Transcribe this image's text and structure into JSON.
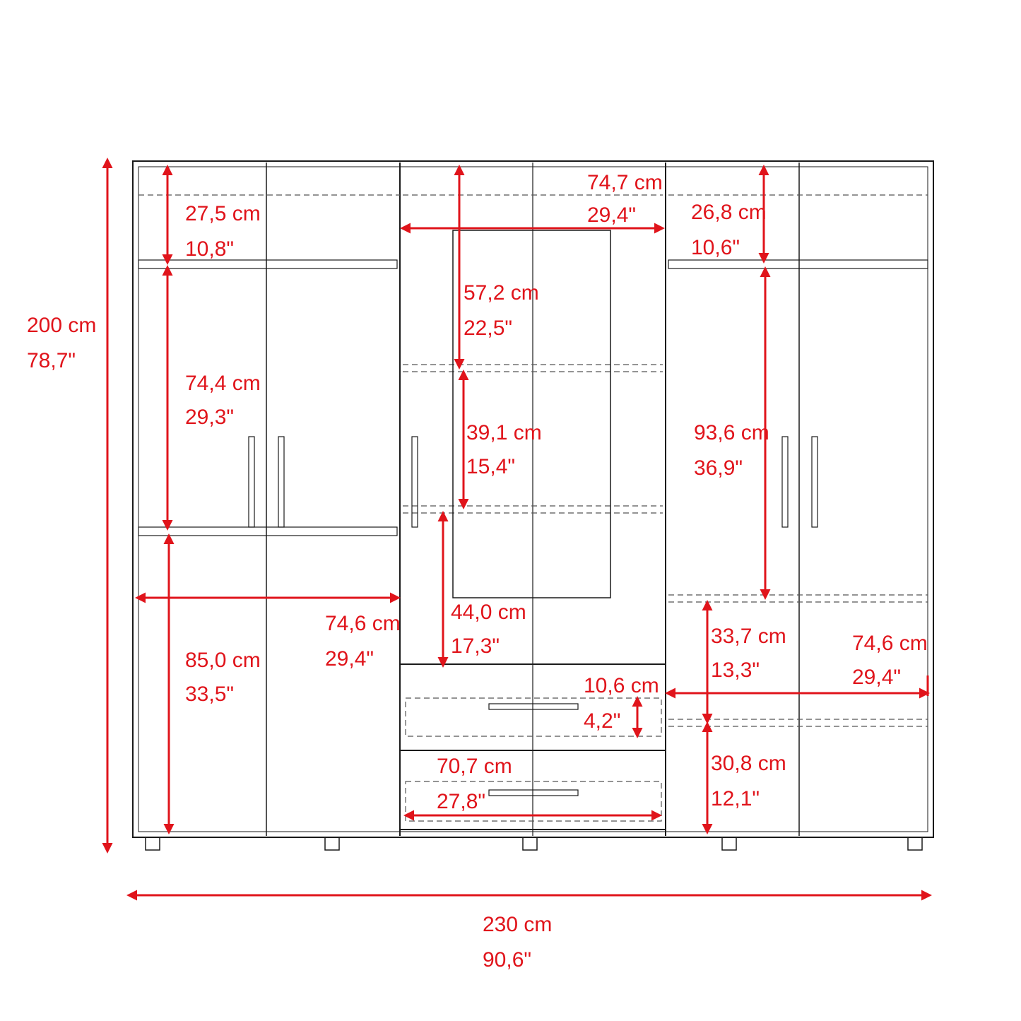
{
  "colors": {
    "dimension": "#e0141b",
    "outline": "#1a1a1a",
    "dashed": "#555555"
  },
  "overall": {
    "height": {
      "cm": "200 cm",
      "in": "78,7\""
    },
    "width": {
      "cm": "230 cm",
      "in": "90,6\""
    }
  },
  "left_section": {
    "top_shelf": {
      "cm": "27,5 cm",
      "in": "10,8\""
    },
    "middle": {
      "cm": "74,4 cm",
      "in": "29,3\""
    },
    "bottom": {
      "cm": "85,0 cm",
      "in": "33,5\""
    },
    "width": {
      "cm": "74,6 cm",
      "in": "29,4\""
    }
  },
  "center_section": {
    "width": {
      "cm": "74,7 cm",
      "in": "29,4\""
    },
    "upper": {
      "cm": "57,2 cm",
      "in": "22,5\""
    },
    "middle": {
      "cm": "39,1 cm",
      "in": "15,4\""
    },
    "lower": {
      "cm": "44,0 cm",
      "in": "17,3\""
    },
    "drawer_height": {
      "cm": "10,6 cm",
      "in": "4,2\""
    },
    "drawer_width": {
      "cm": "70,7 cm",
      "in": "27,8\""
    }
  },
  "right_section": {
    "top_shelf": {
      "cm": "26,8 cm",
      "in": "10,6\""
    },
    "middle": {
      "cm": "93,6 cm",
      "in": "36,9\""
    },
    "lower_upper": {
      "cm": "33,7 cm",
      "in": "13,3\""
    },
    "lower_bottom": {
      "cm": "30,8 cm",
      "in": "12,1\""
    },
    "width": {
      "cm": "74,6 cm",
      "in": "29,4\""
    }
  }
}
